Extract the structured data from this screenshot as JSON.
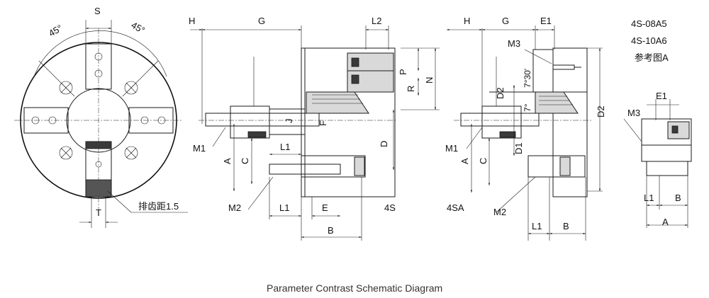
{
  "caption": "Parameter Contrast Schematic Diagram",
  "front_view": {
    "label_S": "S",
    "angle_left": "45°",
    "angle_right": "45°",
    "label_T": "T",
    "pitch_note": "排齿距1.5"
  },
  "side_view_4S": {
    "label_H": "H",
    "label_G": "G",
    "label_L2": "L2",
    "label_P": "P",
    "label_R": "R",
    "label_N": "N",
    "label_J": "J",
    "label_F": "F",
    "label_D": "D",
    "label_M1": "M1",
    "label_A": "A",
    "label_C": "C",
    "label_L1_top": "L1",
    "label_M2": "M2",
    "label_L1_bottom": "L1",
    "label_E": "E",
    "label_B": "B",
    "model": "4S"
  },
  "side_view_4SA": {
    "label_H": "H",
    "label_G": "G",
    "label_E1": "E1",
    "label_M3": "M3",
    "label_D2": "D2",
    "label_angle1": "7°30'",
    "label_angle2": "7°",
    "label_M1": "M1",
    "label_D1": "D1",
    "label_A": "A",
    "label_C": "C",
    "label_M2": "M2",
    "label_L1": "L1",
    "label_B": "B",
    "label_D2_right": "D2",
    "model": "4SA"
  },
  "detail_view": {
    "model_line1": "4S-08A5",
    "model_line2": "4S-10A6",
    "reference": "参考图A",
    "label_E1": "E1",
    "label_M3": "M3",
    "label_L1": "L1",
    "label_B": "B",
    "label_A": "A"
  }
}
